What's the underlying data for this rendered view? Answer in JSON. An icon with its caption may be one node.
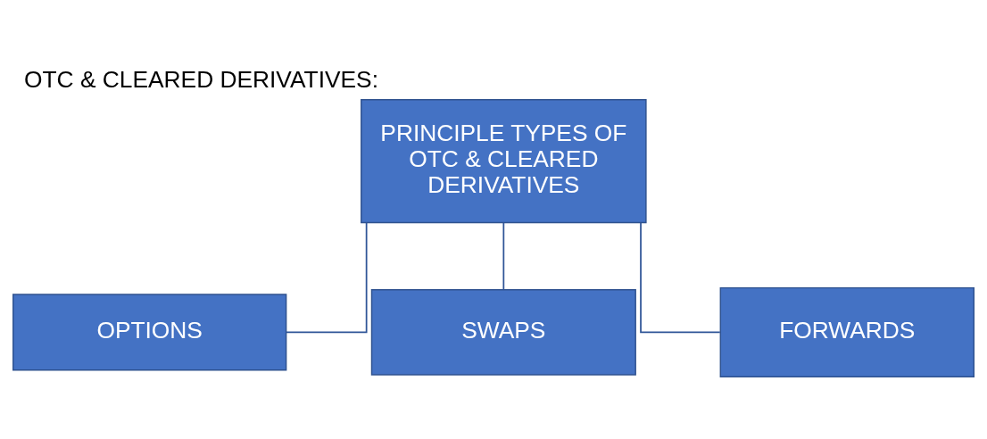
{
  "diagram": {
    "title": "OTC & CLEARED DERIVATIVES:",
    "nodes": [
      {
        "text": [
          "PRINCIPLE TYPES OF OTC & CLEARED DERIVATIVES"
        ]
      },
      {
        "text": [
          "OPTIONS"
        ]
      },
      {
        "text": [
          "SWAPS"
        ]
      },
      {
        "text": [
          "FORWARDS"
        ]
      }
    ],
    "edges": [
      {
        "from": 0,
        "to": 1,
        "arrow": "none"
      },
      {
        "from": 0,
        "to": 2,
        "arrow": "none"
      },
      {
        "from": 0,
        "to": 3,
        "arrow": "none"
      }
    ]
  }
}
